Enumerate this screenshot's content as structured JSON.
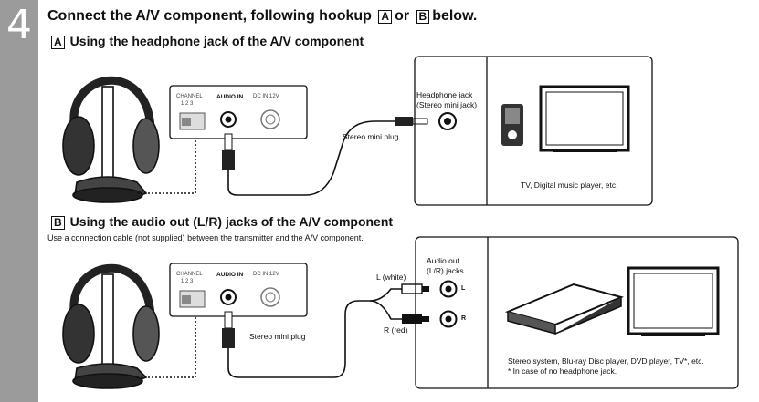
{
  "step": {
    "number": "4"
  },
  "title": {
    "prefix": "Connect the A/V component, following hookup",
    "badge_a": "A",
    "or": "or",
    "badge_b": "B",
    "suffix": "below."
  },
  "section_a": {
    "badge": "A",
    "heading": "Using the headphone jack of the A/V component",
    "transmitter": {
      "channel_label": "CHANNEL",
      "channel_nums": "1 2 3",
      "audio_in": "AUDIO IN",
      "dc_in": "DC IN 12V"
    },
    "headphone_jack_label": "Headphone jack",
    "headphone_jack_sub": "(Stereo mini jack)",
    "plug_label": "Stereo mini plug",
    "device_caption": "TV, Digital music player, etc."
  },
  "section_b": {
    "badge": "B",
    "heading": "Using the audio out (L/R) jacks of the A/V component",
    "note": "Use a connection cable (not supplied) between the transmitter and the A/V component.",
    "transmitter": {
      "channel_label": "CHANNEL",
      "channel_nums": "1 2 3",
      "audio_in": "AUDIO IN",
      "dc_in": "DC IN 12V"
    },
    "audio_out_label": "Audio out",
    "audio_out_sub": "(L/R) jacks",
    "l_label": "L (white)",
    "r_label": "R (red)",
    "jack_l": "L",
    "jack_r": "R",
    "plug_label": "Stereo mini plug",
    "device_caption_1": "Stereo system, Blu-ray Disc player, DVD player, TV*, etc.",
    "device_caption_2": "* In case of no headphone jack."
  }
}
